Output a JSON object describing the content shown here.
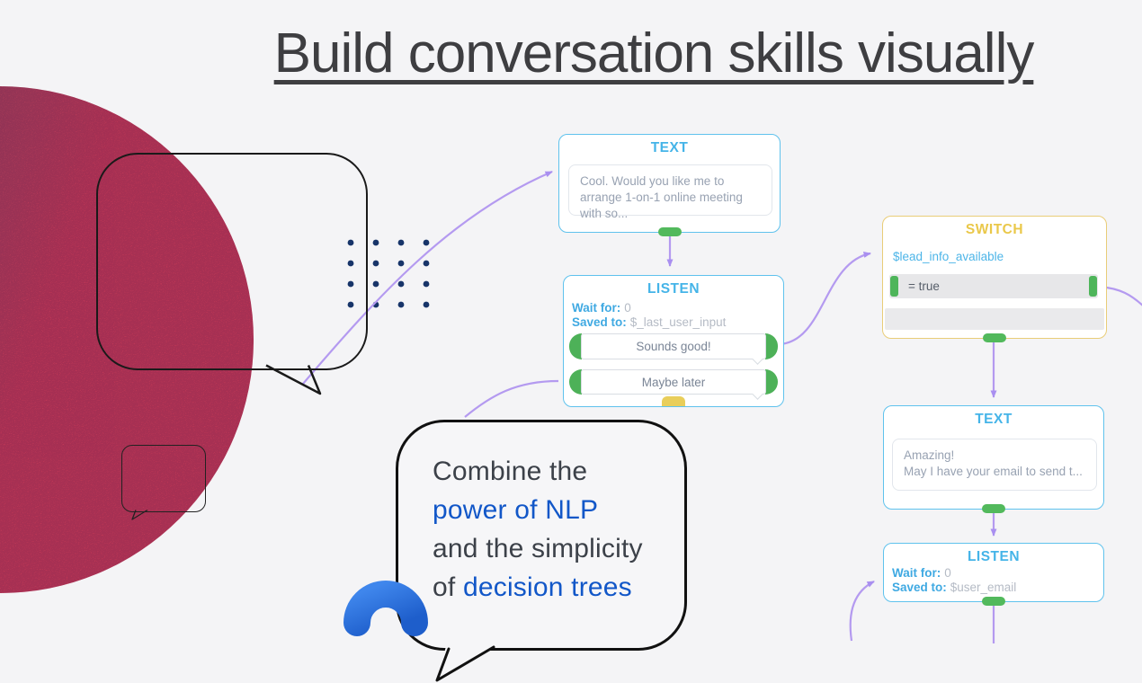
{
  "page": {
    "title": "Build conversation skills visually",
    "background": "#f4f4f6",
    "title_color": "#3e3e41"
  },
  "decor": {
    "circle_color_left": "#b05562",
    "circle_color_right": "#ff4a5e",
    "dot_grid_color": "#173469",
    "connector_color": "#b49af0",
    "arc_color_start": "#3f86ec",
    "arc_color_end": "#1e5ecb"
  },
  "theme": {
    "node_border_blue": "#5fc2ed",
    "node_title_blue": "#45b4e8",
    "label_blue": "#3fa9e2",
    "value_gray": "#b5bbc5",
    "message_gray": "#98a2b2",
    "option_gray": "#7a8596",
    "switch_yellow": "#eac84a",
    "switch_border_yellow": "#e9cd78",
    "connector_green": "#4db158",
    "tab_green": "#52b95c",
    "tab_yellow": "#e9ce5a"
  },
  "speech_bubble": {
    "line1": "Combine the",
    "line2": "power of NLP",
    "line3": "and the simplicity",
    "line4_prefix": "of ",
    "line4_highlight": "decision trees",
    "highlight_color": "#1257c8",
    "text_color": "#3c4149"
  },
  "flow": {
    "text_node_1": {
      "title": "TEXT",
      "message": "Cool. Would you like me to arrange 1-on-1 online meeting with so..."
    },
    "listen_node_1": {
      "title": "LISTEN",
      "wait_label": "Wait for:",
      "wait_value": "0",
      "saved_label": "Saved to:",
      "saved_value": "$_last_user_input",
      "options": [
        "Sounds good!",
        "Maybe later"
      ]
    },
    "switch_node": {
      "title": "SWITCH",
      "variable": "$lead_info_available",
      "case_1": "= true"
    },
    "text_node_2": {
      "title": "TEXT",
      "message_line_1": "Amazing!",
      "message_line_2": "May I have your email to send t..."
    },
    "listen_node_2": {
      "title": "LISTEN",
      "wait_label": "Wait for:",
      "wait_value": "0",
      "saved_label": "Saved to:",
      "saved_value": "$user_email"
    }
  }
}
